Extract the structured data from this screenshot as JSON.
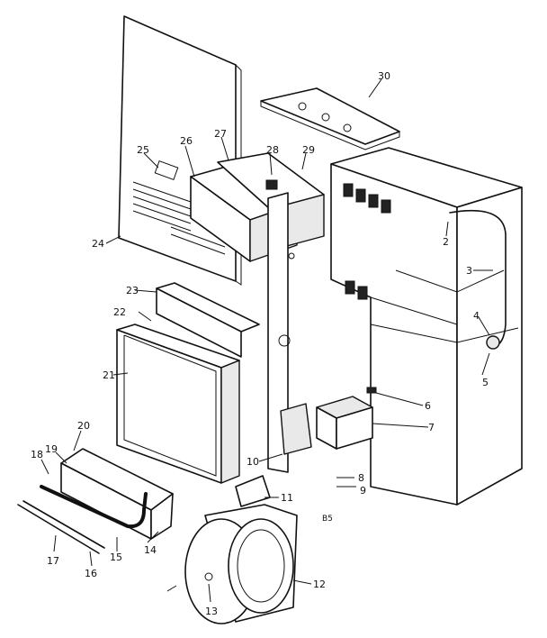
{
  "diagram": {
    "part_labels": [
      "30",
      "25",
      "26",
      "27",
      "28",
      "29",
      "2",
      "24",
      "3",
      "23",
      "22",
      "4",
      "21",
      "5",
      "6",
      "7",
      "20",
      "18",
      "19",
      "10",
      "8",
      "9",
      "11",
      "B5",
      "17",
      "16",
      "15",
      "14",
      "12",
      "13"
    ]
  }
}
